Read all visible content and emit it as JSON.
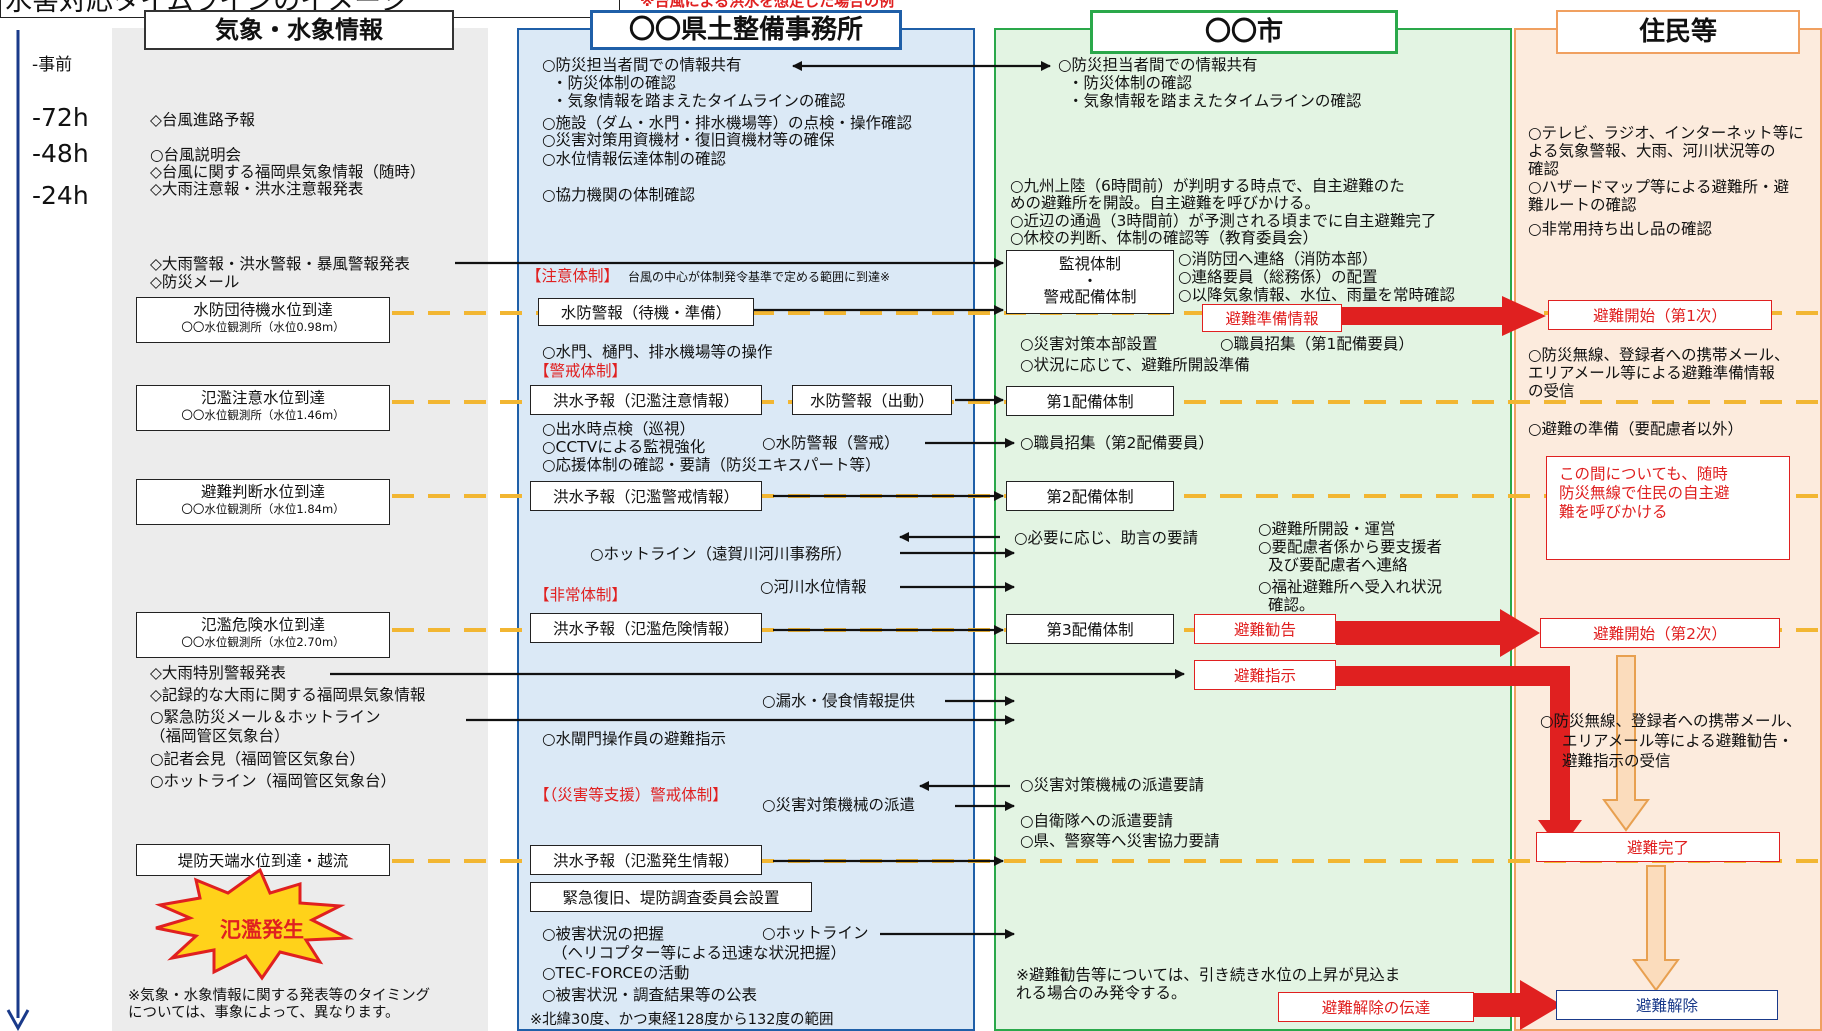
{
  "title": "水害対応タイムラインのイメージ",
  "subtitle": "※台風による洪水を想定した場合の例",
  "columns": {
    "weather": {
      "title": "気象・水象情報"
    },
    "office": {
      "title": "〇〇県土整備事務所"
    },
    "city": {
      "title": "〇〇市"
    },
    "residents": {
      "title": "住民等"
    }
  },
  "time_labels": [
    "-事前",
    "-72h",
    "-48h",
    "-24h"
  ],
  "weather": {
    "w1": "◇台風進路予報",
    "w2": "○台風説明会",
    "w3": "◇台風に関する福岡県気象情報（随時）",
    "w4": "◇大雨注意報・洪水注意報発表",
    "w5": "◇大雨警報・洪水警報・暴風警報発表",
    "w6": "◇防災メール",
    "level1_a": "水防団待機水位到達",
    "level1_b": "〇〇水位観測所（水位0.98m）",
    "level2_a": "氾濫注意水位到達",
    "level2_b": "〇〇水位観測所（水位1.46m）",
    "level3_a": "避難判断水位到達",
    "level3_b": "〇〇水位観測所（水位1.84m）",
    "level4_a": "氾濫危険水位到達",
    "level4_b": "〇〇水位観測所（水位2.70m）",
    "w7": "◇大雨特別警報発表",
    "w8": "◇記録的な大雨に関する福岡県気象情報",
    "w9": "○緊急防災メール＆ホットライン",
    "w10": "（福岡管区気象台）",
    "w11": "○記者会見（福岡管区気象台）",
    "w12": "○ホットライン（福岡管区気象台）",
    "level5": "堤防天端水位到達・越流",
    "flood": "氾濫発生",
    "note1": "※気象・水象情報に関する発表等のタイミング",
    "note2": "については、事象によって、異なります。"
  },
  "office": {
    "o1": "○防災担当者間での情報共有",
    "o2": "・防災体制の確認",
    "o3": "・気象情報を踏まえたタイムラインの確認",
    "o4": "○施設（ダム・水門・排水機場等）の点検・操作確認",
    "o5": "○災害対策用資機材・復旧資機材等の確保",
    "o6": "○水位情報伝達体制の確認",
    "o7": "○協力機関の体制確認",
    "caution_tag": "【注意体制】",
    "caution_note": "台風の中心が体制発令基準で定める範囲に到達※",
    "flood_fight1": "水防警報（待機・準備）",
    "o8": "○水門、樋門、排水機場等の操作",
    "alert_tag": "【警戒体制】",
    "forecast1": "洪水予報（氾濫注意情報）",
    "flood_fight2": "水防警報（出動）",
    "o9": "○出水時点検（巡視）",
    "o10": "○CCTVによる監視強化",
    "o11": "○水防警報（警戒）",
    "o12": "○応援体制の確認・要請（防災エキスパート等）",
    "forecast2": "洪水予報（氾濫警戒情報）",
    "hotline1": "○ホットライン（遠賀川河川事務所）",
    "level_info": "○河川水位情報",
    "emergency_tag": "【非常体制】",
    "forecast3": "洪水予報（氾濫危険情報）",
    "leak": "○漏水・侵食情報提供",
    "gate_evac": "○水閘門操作員の避難指示",
    "support_tag": "【（災害等支援）警戒体制】",
    "dispatch": "○災害対策機械の派遣",
    "forecast4": "洪水予報（氾濫発生情報）",
    "recovery": "緊急復旧、堤防調査委員会設置",
    "o13": "○被害状況の把握",
    "o14": "○ホットライン",
    "o15": "（ヘリコプター等による迅速な状況把握）",
    "o16": "○TEC-FORCEの活動",
    "o17": "○被害状況・調査結果等の公表",
    "o18": "※北緯30度、かつ東経128度から132度の範囲"
  },
  "city": {
    "c1": "○防災担当者間での情報共有",
    "c2": "・防災体制の確認",
    "c3": "・気象情報を踏まえたタイムラインの確認",
    "c4": "○九州上陸（6時間前）が判明する時点で、自主避難のた",
    "c5": "めの避難所を開設。自主避難を呼びかける。",
    "c6": "○近辺の通過（3時間前）が予測される頃までに自主避難完了",
    "c7": "○休校の判断、体制の確認等（教育委員会）",
    "watch1": "監視体制",
    "watch2": "・",
    "watch3": "警戒配備体制",
    "c8": "○消防団へ連絡（消防本部）",
    "c9": "○連絡要員（総務係）の配置",
    "c10": "○以降気象情報、水位、雨量を常時確認",
    "prep": "避難準備情報",
    "c11": "○災害対策本部設置",
    "c12": "○職員招集（第1配備要員）",
    "c13": "○状況に応じて、避難所開設準備",
    "stage1": "第1配備体制",
    "c14": "○職員招集（第2配備要員）",
    "stage2": "第2配備体制",
    "c15": "○必要に応じ、助言の要請",
    "c16": "○避難所開設・運営",
    "c17": "○要配慮者係から要支援者",
    "c18": "及び要配慮者へ連絡",
    "c19": "○福祉避難所へ受入れ状況",
    "c20": "確認。",
    "stage3": "第3配備体制",
    "advisory": "避難勧告",
    "order": "避難指示",
    "c21": "○災害対策機械の派遣要請",
    "c22": "○自衛隊への派遣要請",
    "c23": "○県、警察等へ災害協力要請",
    "c24": "※避難勧告等については、引き続き水位の上昇が見込ま",
    "c25": "れる場合のみ発令する。",
    "release": "避難解除の伝達"
  },
  "residents": {
    "r1": "○テレビ、ラジオ、インターネット等に",
    "r2": "よる気象警報、大雨、河川状況等の",
    "r3": "確認",
    "r4": "○ハザードマップ等による避難所・避",
    "r5": "難ルートの確認",
    "r6": "○非常用持ち出し品の確認",
    "start1": "避難開始（第1次）",
    "r7": "○防災無線、登録者への携帯メール、",
    "r8": "エリアメール等による避難準備情報",
    "r9": "の受信",
    "r10": "○避難の準備（要配慮者以外）",
    "call1": "この間についても、随時",
    "call2": "防災無線で住民の自主避",
    "call3": "難を呼びかける",
    "start2": "避難開始（第2次）",
    "r11": "○防災無線、登録者への携帯メール、",
    "r12": "エリアメール等による避難勧告・",
    "r13": "避難指示の受信",
    "done": "避難完了",
    "released": "避難解除"
  },
  "colors": {
    "weather_bg": "#ececec",
    "office_bg": "#dbe9f6",
    "office_border": "#1f5fa8",
    "city_bg": "#e3f4e3",
    "city_border": "#2aa84a",
    "resident_bg": "#fcebdd",
    "resident_border": "#f0a060",
    "dash": "#f2b632",
    "red": "#e02020",
    "orange": "#e8a050"
  }
}
